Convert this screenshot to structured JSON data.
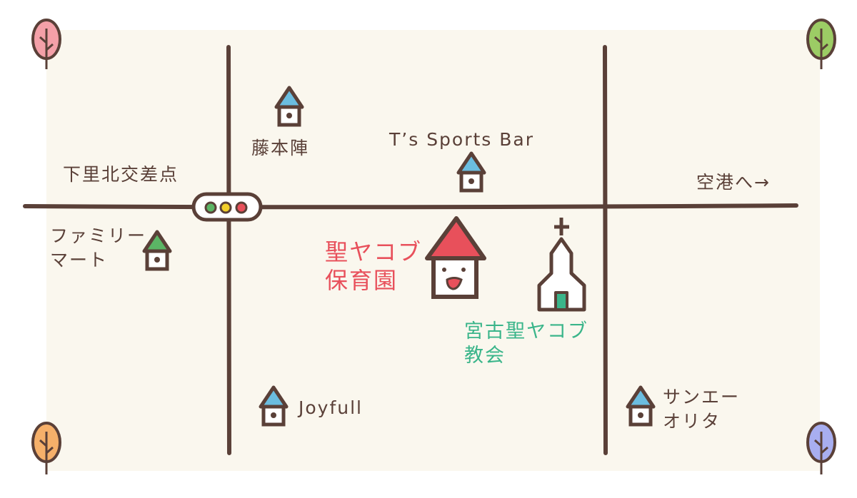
{
  "labels": {
    "intersection": "下里北交差点",
    "fujimoto": "藤本陣",
    "sports_bar": "T’s Sports Bar",
    "airport": "空港へ→",
    "familymart": "ファミリー\nマート",
    "nursery": "聖ヤコブ\n保育園",
    "church": "宮古聖ヤコブ\n教会",
    "joyfull": "Joyfull",
    "sanei": "サンエー\nオリタ"
  },
  "colors": {
    "road": "#5a4038",
    "background": "#faf7ee",
    "nursery": "#e8505b",
    "church": "#3ab58a",
    "house_roof": "#6bbde0",
    "familymart_roof": "#5bb565"
  }
}
